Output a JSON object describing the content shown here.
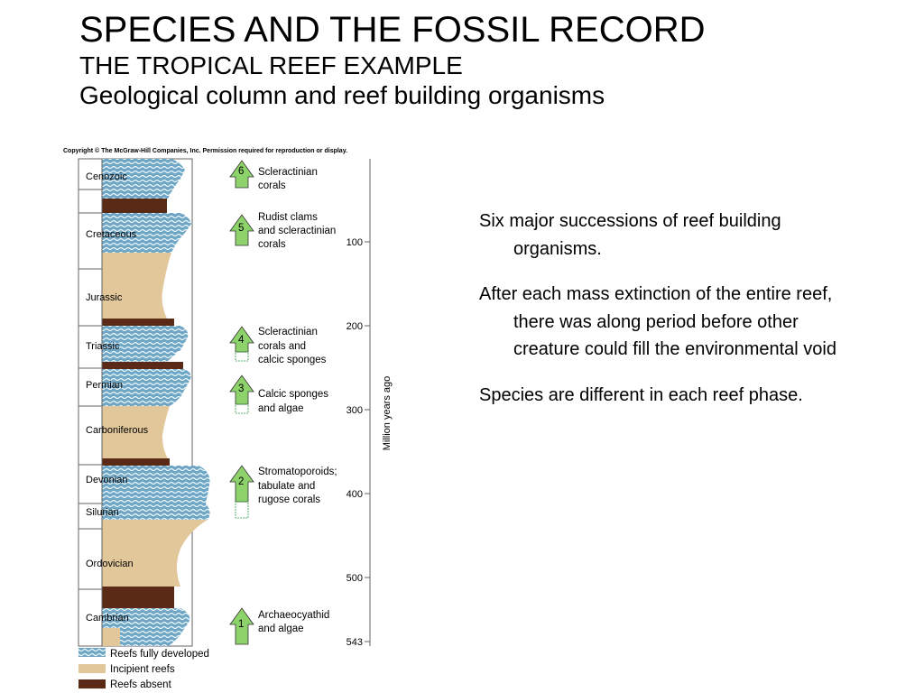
{
  "title": {
    "main": "SPECIES AND THE FOSSIL RECORD",
    "sub": "THE TROPICAL REEF EXAMPLE",
    "sub2": "Geological column and reef building organisms"
  },
  "figure": {
    "copyright": "Copyright © The McGraw-Hill Companies, Inc. Permission required for reproduction or display.",
    "periods": [
      "Cenozoic",
      "Cretaceous",
      "Jurassic",
      "Triassic",
      "Permian",
      "Carboniferous",
      "Devonian",
      "Silurian",
      "Ordovician",
      "Cambrian"
    ],
    "successions": [
      {
        "number": "6",
        "label_lines": [
          "Scleractinian",
          "corals"
        ]
      },
      {
        "number": "5",
        "label_lines": [
          "Rudist clams",
          "and scleractinian",
          "corals"
        ]
      },
      {
        "number": "4",
        "label_lines": [
          "Scleractinian",
          "corals and",
          "calcic sponges"
        ]
      },
      {
        "number": "3",
        "label_lines": [
          "Calcic sponges",
          "and algae"
        ]
      },
      {
        "number": "2",
        "label_lines": [
          "Stromatoporoids;",
          "tabulate and",
          "rugose corals"
        ]
      },
      {
        "number": "1",
        "label_lines": [
          "Archaeocyathid",
          "and algae"
        ]
      }
    ],
    "axis": {
      "label": "Million years ago",
      "ticks": [
        "100",
        "200",
        "300",
        "400",
        "500",
        "543"
      ]
    },
    "legend": [
      "Reefs fully developed",
      "Incipient reefs",
      "Reefs absent"
    ],
    "colors": {
      "reef_full": "#6fa7c7",
      "incipient": "#e2c79b",
      "absent": "#5a2a17",
      "arrow": "#8ed26b"
    }
  },
  "bullets": [
    "Six major successions of reef building organisms.",
    "After each mass extinction of the entire reef, there was along period before other creature could fill the environmental void",
    "Species are different in each reef phase."
  ]
}
